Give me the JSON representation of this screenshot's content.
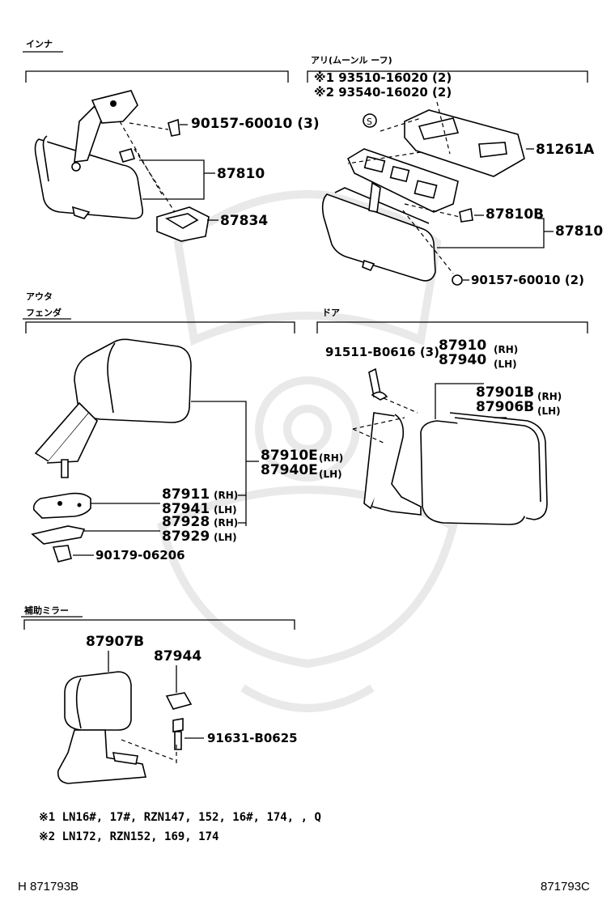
{
  "sections": {
    "inner": "インナ",
    "aluminum_moon_roof": "アリ(ムーンル ーフ)",
    "outer": "アウタ",
    "fender": "フェンダ",
    "door": "ドア",
    "aux_mirror": "補助ミラー"
  },
  "inner": {
    "screw": "90157-60010 (3)",
    "mirror": "87810",
    "cover": "87834"
  },
  "moonroof": {
    "note1": "※1 93510-16020 (2)",
    "note2": "※2 93540-16020 (2)",
    "lamp": "81261A",
    "sub_assy": "87810B",
    "mirror": "87810",
    "screw": "90157-60010 (2)"
  },
  "fender": {
    "mirror_rh": "87910E",
    "mirror_lh": "87940E",
    "base_rh": "87911",
    "base_lh": "87941",
    "bracket_rh": "87928",
    "bracket_lh": "87929",
    "nut": "90179-06206",
    "rh": "(RH)",
    "lh": "(LH)"
  },
  "door": {
    "bolt": "91511-B0616 (3)",
    "mirror_rh": "87910",
    "mirror_lh": "87940",
    "glass_rh": "87901B",
    "glass_lh": "87906B",
    "rh": "(RH)",
    "lh": "(LH)"
  },
  "aux": {
    "mirror": "87907B",
    "cover": "87944",
    "bolt": "91631-B0625"
  },
  "footnotes": {
    "n1": "※1  LN16#, 17#, RZN147, 152, 16#, 174, , Q",
    "n2": "※2  LN172, RZN152, 169, 174"
  },
  "codes": {
    "left": "H 871793B",
    "right": "871793C"
  }
}
